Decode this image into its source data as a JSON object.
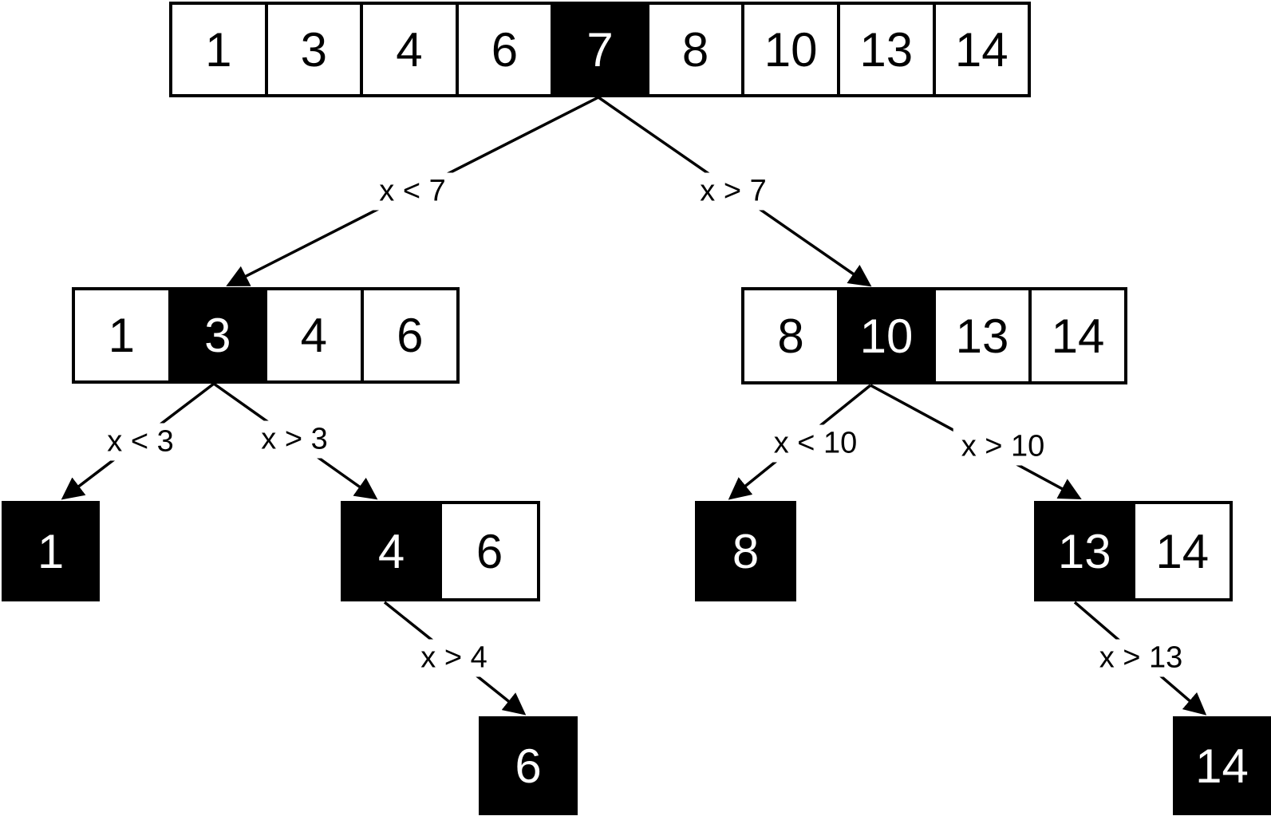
{
  "diagram": {
    "type": "binary-search-partition-tree",
    "colors": {
      "background": "#ffffff",
      "line": "#000000",
      "pivot_bg": "#000000",
      "pivot_text": "#ffffff",
      "cell_bg": "#ffffff",
      "cell_text": "#000000"
    },
    "nodes": {
      "root": {
        "cells": [
          {
            "value": "1",
            "pivot": false
          },
          {
            "value": "3",
            "pivot": false
          },
          {
            "value": "4",
            "pivot": false
          },
          {
            "value": "6",
            "pivot": false
          },
          {
            "value": "7",
            "pivot": true
          },
          {
            "value": "8",
            "pivot": false
          },
          {
            "value": "10",
            "pivot": false
          },
          {
            "value": "13",
            "pivot": false
          },
          {
            "value": "14",
            "pivot": false
          }
        ]
      },
      "left": {
        "cells": [
          {
            "value": "1",
            "pivot": false
          },
          {
            "value": "3",
            "pivot": true
          },
          {
            "value": "4",
            "pivot": false
          },
          {
            "value": "6",
            "pivot": false
          }
        ]
      },
      "right": {
        "cells": [
          {
            "value": "8",
            "pivot": false
          },
          {
            "value": "10",
            "pivot": true
          },
          {
            "value": "13",
            "pivot": false
          },
          {
            "value": "14",
            "pivot": false
          }
        ]
      },
      "left_left": {
        "cells": [
          {
            "value": "1",
            "pivot": true
          }
        ]
      },
      "left_right": {
        "cells": [
          {
            "value": "4",
            "pivot": true
          },
          {
            "value": "6",
            "pivot": false
          }
        ]
      },
      "right_left": {
        "cells": [
          {
            "value": "8",
            "pivot": true
          }
        ]
      },
      "right_right": {
        "cells": [
          {
            "value": "13",
            "pivot": true
          },
          {
            "value": "14",
            "pivot": false
          }
        ]
      },
      "left_right_right": {
        "cells": [
          {
            "value": "6",
            "pivot": true
          }
        ]
      },
      "right_right_right": {
        "cells": [
          {
            "value": "14",
            "pivot": true
          }
        ]
      }
    },
    "edges": {
      "root_left": "x < 7",
      "root_right": "x > 7",
      "left_left": "x < 3",
      "left_right": "x > 3",
      "right_left": "x < 10",
      "right_right": "x > 10",
      "left_right_right": "x > 4",
      "right_right_right": "x > 13"
    }
  }
}
